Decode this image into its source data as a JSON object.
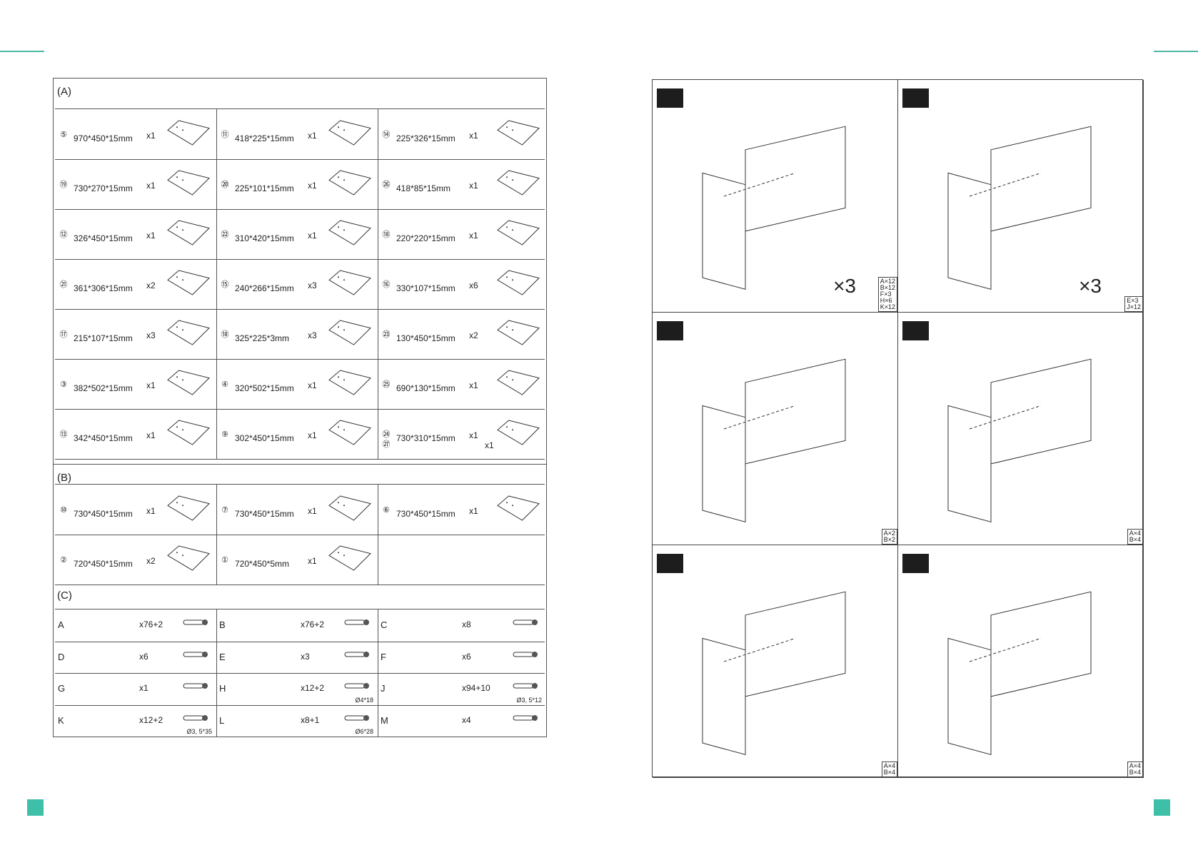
{
  "colors": {
    "accent": "#3ebfa8"
  },
  "sectionA": {
    "title": "(A)",
    "rows": [
      [
        {
          "n": "⑤",
          "dim": "970*450*15mm",
          "qty": "x1"
        },
        {
          "n": "⑪",
          "dim": "418*225*15mm",
          "qty": "x1"
        },
        {
          "n": "⑭",
          "dim": "225*326*15mm",
          "qty": "x1"
        }
      ],
      [
        {
          "n": "⑲",
          "dim": "730*270*15mm",
          "qty": "x1"
        },
        {
          "n": "⑳",
          "dim": "225*101*15mm",
          "qty": "x1"
        },
        {
          "n": "㉖",
          "dim": "418*85*15mm",
          "qty": "x1"
        }
      ],
      [
        {
          "n": "⑫",
          "dim": "326*450*15mm",
          "qty": "x1"
        },
        {
          "n": "㉒",
          "dim": "310*420*15mm",
          "qty": "x1"
        },
        {
          "n": "⑱",
          "dim": "220*220*15mm",
          "qty": "x1"
        }
      ],
      [
        {
          "n": "㉑",
          "dim": "361*306*15mm",
          "qty": "x2"
        },
        {
          "n": "⑮",
          "dim": "240*266*15mm",
          "qty": "x3"
        },
        {
          "n": "⑯",
          "dim": "330*107*15mm",
          "qty": "x6"
        }
      ],
      [
        {
          "n": "⑰",
          "dim": "215*107*15mm",
          "qty": "x3"
        },
        {
          "n": "⑱",
          "dim": "325*225*3mm",
          "qty": "x3"
        },
        {
          "n": "㉓",
          "dim": "130*450*15mm",
          "qty": "x2"
        }
      ],
      [
        {
          "n": "③",
          "dim": "382*502*15mm",
          "qty": "x1"
        },
        {
          "n": "④",
          "dim": "320*502*15mm",
          "qty": "x1"
        },
        {
          "n": "㉕",
          "dim": "690*130*15mm",
          "qty": "x1"
        }
      ],
      [
        {
          "n": "⑬",
          "dim": "342*450*15mm",
          "qty": "x1"
        },
        {
          "n": "⑨",
          "dim": "302*450*15mm",
          "qty": "x1"
        },
        {
          "n": "㉔",
          "dim": "730*310*15mm",
          "qty": "x1",
          "n2": "㉗",
          "qty2": "x1"
        }
      ]
    ]
  },
  "sectionB": {
    "title": "(B)",
    "rows": [
      [
        {
          "n": "⑩",
          "dim": "730*450*15mm",
          "qty": "x1"
        },
        {
          "n": "⑦",
          "dim": "730*450*15mm",
          "qty": "x1"
        },
        {
          "n": "⑥",
          "dim": "730*450*15mm",
          "qty": "x1"
        }
      ],
      [
        {
          "n": "②",
          "dim": "720*450*15mm",
          "qty": "x2"
        },
        {
          "n": "①",
          "dim": "720*450*5mm",
          "qty": "x1"
        },
        {
          "n": "",
          "dim": "",
          "qty": ""
        }
      ]
    ]
  },
  "sectionC": {
    "title": "(C)",
    "rows": [
      [
        {
          "l": "A",
          "q": "x76+2",
          "s": "",
          "icon": "dowel-icon"
        },
        {
          "l": "B",
          "q": "x76+2",
          "s": "",
          "icon": "cam-lock-icon"
        },
        {
          "l": "C",
          "q": "x8",
          "s": "",
          "icon": "leveling-foot-icon"
        }
      ],
      [
        {
          "l": "D",
          "q": "x6",
          "s": "",
          "icon": "hinge-icon"
        },
        {
          "l": "E",
          "q": "x3",
          "s": "",
          "icon": "drawer-slide-icon"
        },
        {
          "l": "F",
          "q": "x6",
          "s": "",
          "icon": "handle-icon"
        }
      ],
      [
        {
          "l": "G",
          "q": "x1",
          "s": "",
          "icon": "bracket-icon"
        },
        {
          "l": "H",
          "q": "x12+2",
          "s": "Ø4*18",
          "icon": "screw-icon"
        },
        {
          "l": "J",
          "q": "x94+10",
          "s": "Ø3, 5*12",
          "icon": "screw-icon"
        }
      ],
      [
        {
          "l": "K",
          "q": "x12+2",
          "s": "Ø3, 5*35",
          "icon": "screw-icon"
        },
        {
          "l": "L",
          "q": "x8+1",
          "s": "Ø6*28",
          "icon": "screw-icon"
        },
        {
          "l": "M",
          "q": "x4",
          "s": "",
          "icon": "washer-icon"
        }
      ]
    ]
  },
  "steps": [
    {
      "times": "×3",
      "legend": [
        "A×12",
        "B×12",
        "F×3",
        "H×6",
        "K×12"
      ]
    },
    {
      "times": "×3",
      "legend": [
        "E×3",
        "J×12"
      ]
    },
    {
      "times": "",
      "legend": [
        "A×2",
        "B×2"
      ]
    },
    {
      "times": "",
      "legend": [
        "A×4",
        "B×4"
      ]
    },
    {
      "times": "",
      "legend": [
        "A×4",
        "B×4"
      ]
    },
    {
      "times": "",
      "legend": [
        "A×4",
        "B×4"
      ]
    }
  ]
}
